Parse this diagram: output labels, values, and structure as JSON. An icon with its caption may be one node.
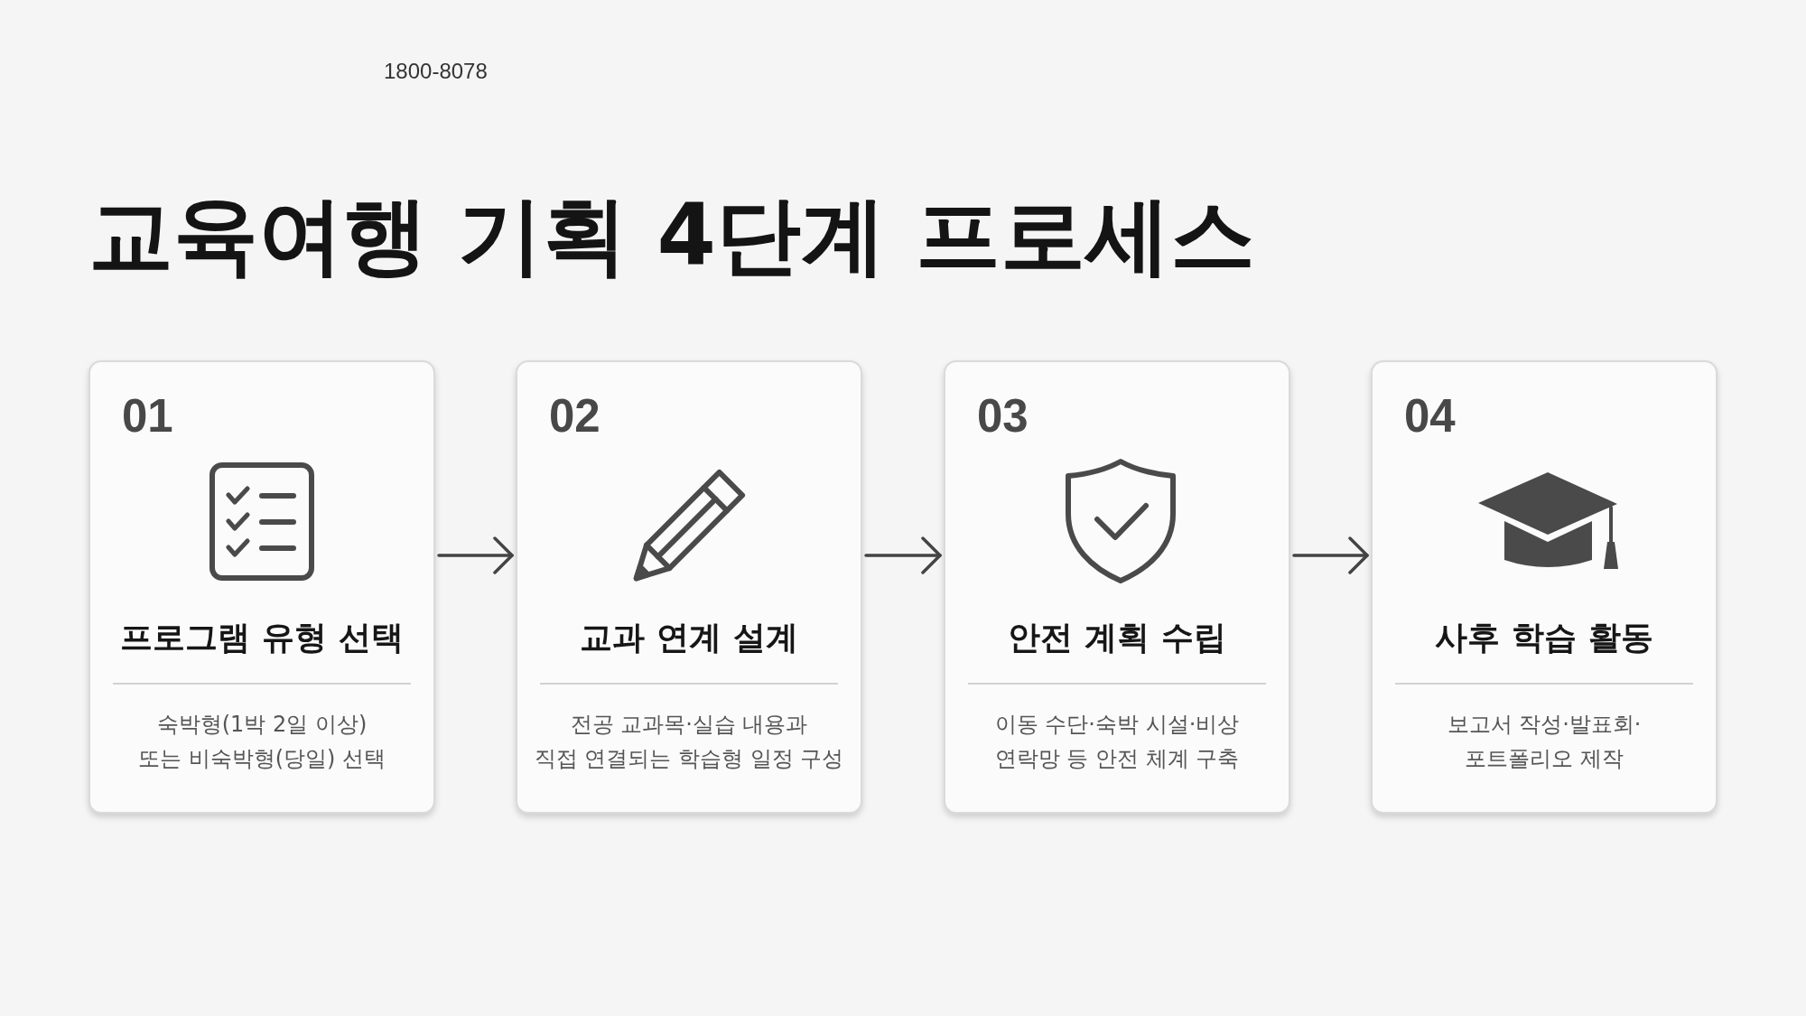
{
  "diagram": {
    "title": "교육여행 기획 4단계 프로세스",
    "nodes": [
      {
        "text": [
          "01",
          "프로그램 유형 선택",
          "숙박형(1박 2일 이상) 또는 비숙박형(당일) 선택"
        ]
      },
      {
        "text": [
          "02",
          "교과 연계 설계",
          "전공 교과목·실습 내용과 직접 연결되는 학습형 일정 구성"
        ]
      },
      {
        "text": [
          "03",
          "안전 계획 수립",
          "이동 수단·숙박 시설·비상 연락망 등 안전 체계 구축"
        ]
      },
      {
        "text": [
          "04",
          "사후 학습 활동",
          "보고서 작성·발표회· 포트폴리오 제작"
        ]
      }
    ],
    "edges": [
      {
        "from": 0,
        "to": 1,
        "arrow": "to"
      },
      {
        "from": 1,
        "to": 2,
        "arrow": "to"
      },
      {
        "from": 2,
        "to": 3,
        "arrow": "to"
      }
    ],
    "labels": [
      "1800-8078"
    ]
  }
}
